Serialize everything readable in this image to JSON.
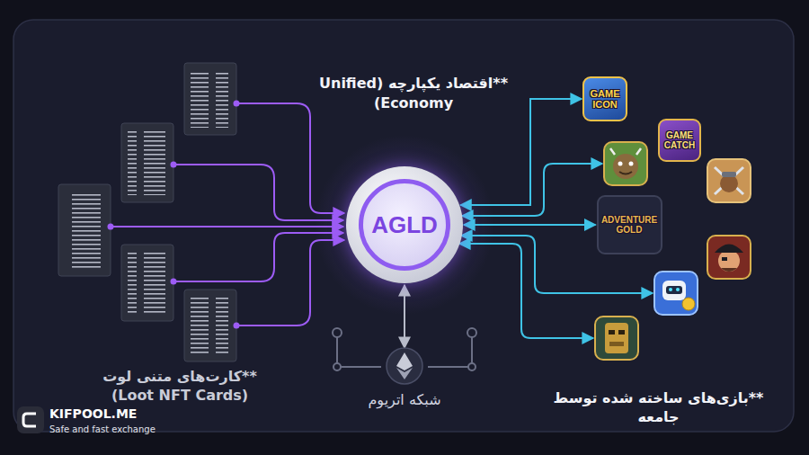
{
  "diagram": {
    "title": "**اقتصاد یکپارچه (Unified Economy)",
    "nodes": [
      {
        "text": [
          "AGLD"
        ]
      },
      {
        "text": [
          "GAME ICON"
        ]
      },
      {
        "text": [
          "GAME CATCH"
        ]
      },
      {
        "text": [
          "ADVENTURE GOLD"
        ]
      },
      {
        "text": [
          "شبکه اتریوم"
        ]
      }
    ],
    "edges": [
      {
        "from": 0,
        "to": 1,
        "arrow": "both"
      },
      {
        "from": 0,
        "to": 3,
        "arrow": "both"
      },
      {
        "from": 0,
        "to": 4,
        "arrow": "both"
      }
    ],
    "labels": [
      "**کارت‌های متنی لوت (Loot NFT Cards)",
      "**بازی‌های ساخته شده توسط جامعه",
      "KIFPOOL.ME",
      "Safe and fast exchange"
    ]
  }
}
